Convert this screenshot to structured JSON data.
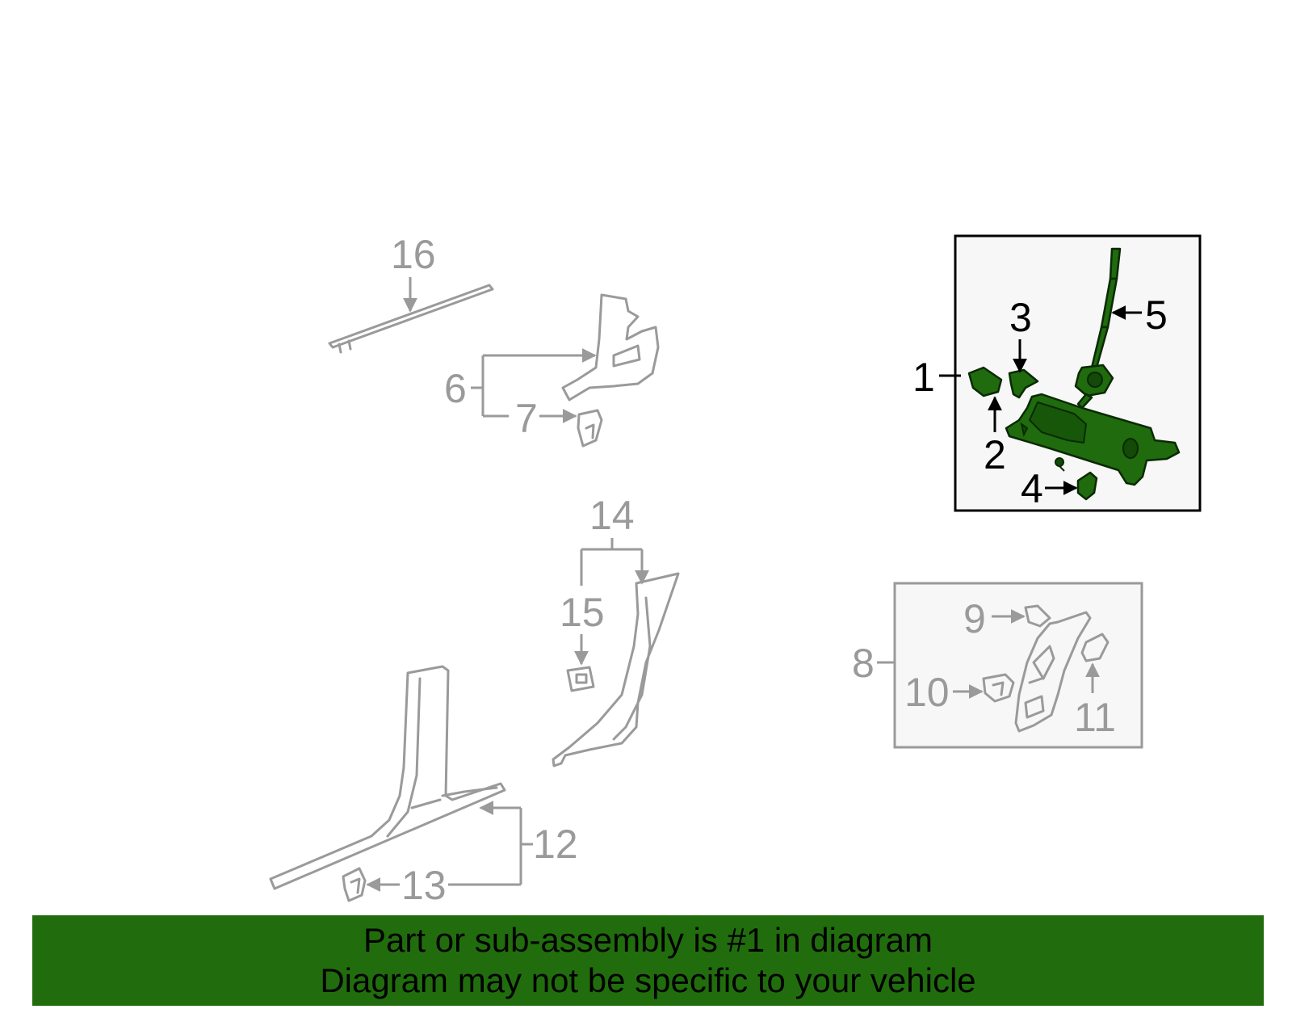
{
  "callouts": {
    "c1": "1",
    "c2": "2",
    "c3": "3",
    "c4": "4",
    "c5": "5",
    "c6": "6",
    "c7": "7",
    "c8": "8",
    "c9": "9",
    "c10": "10",
    "c11": "11",
    "c12": "12",
    "c13": "13",
    "c14": "14",
    "c15": "15",
    "c16": "16"
  },
  "banner": {
    "line1": "Part or sub-assembly is #1 in diagram",
    "line2": "Diagram may not be specific to your vehicle"
  },
  "colors": {
    "highlight_green": "#1f6b0d",
    "banner_green": "#216d0d",
    "part_outline_grey": "#9a9a9a"
  }
}
